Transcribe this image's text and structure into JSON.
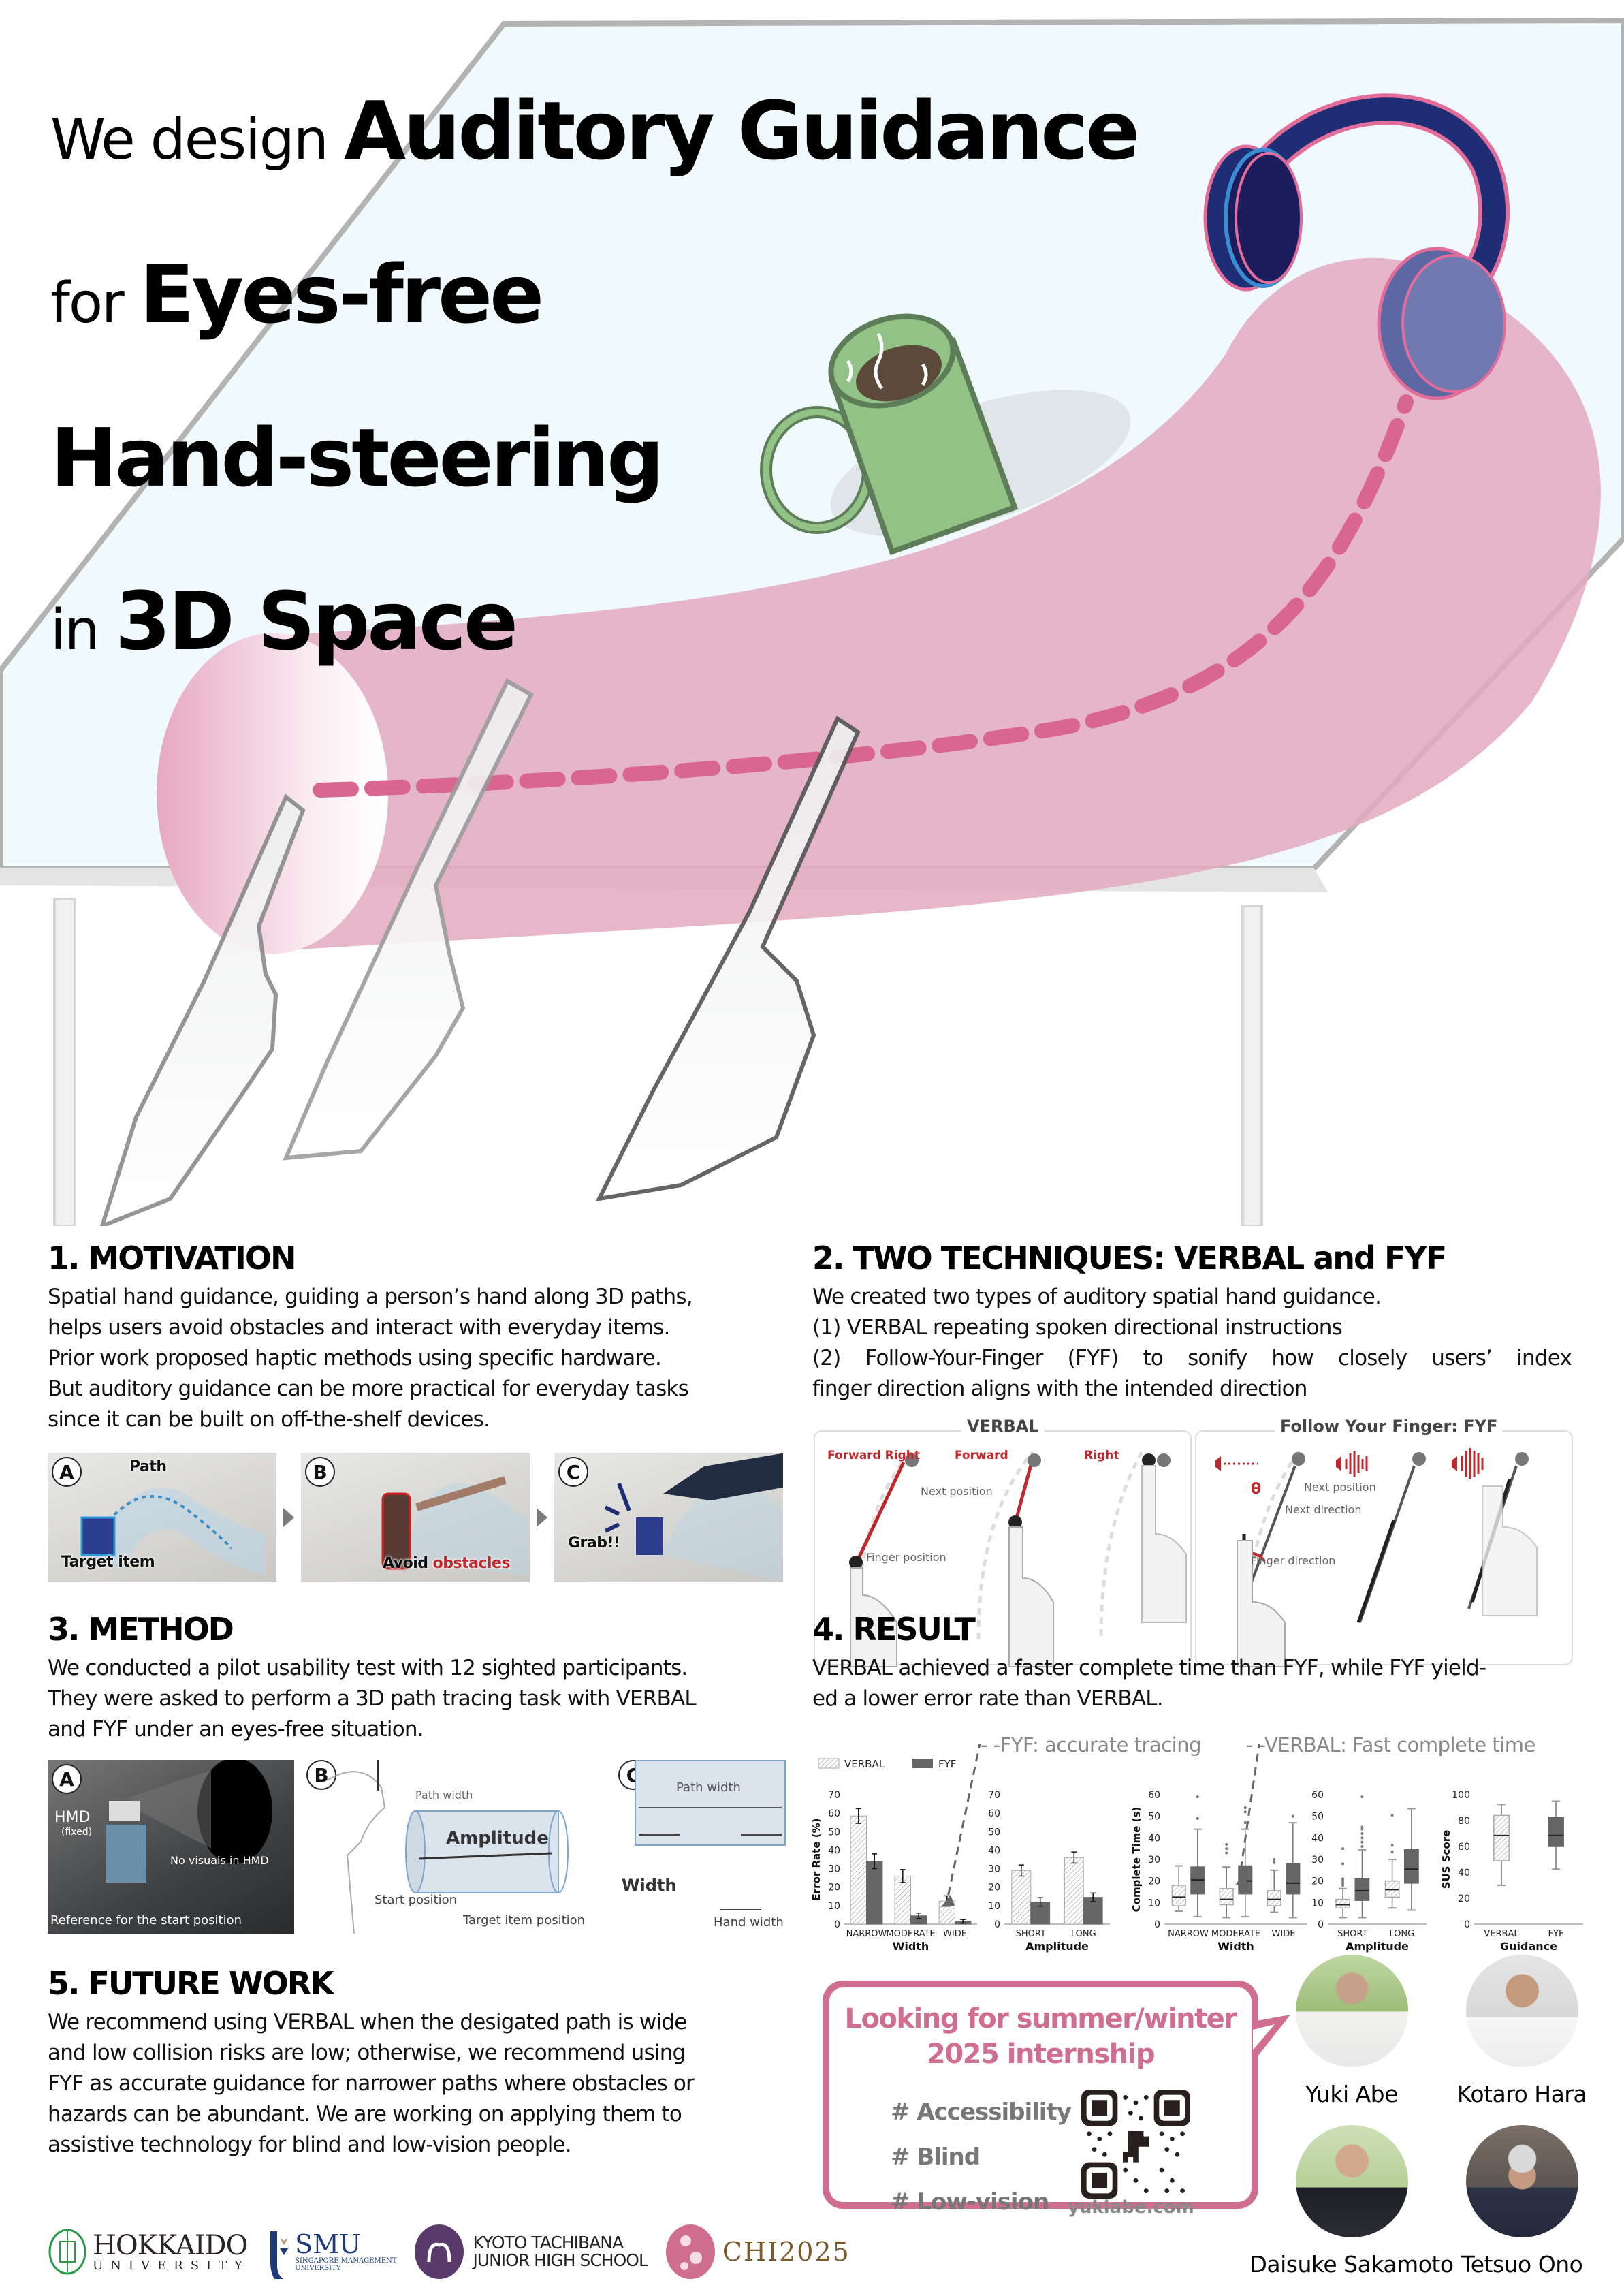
{
  "hero": {
    "title": {
      "line1_light": "We design ",
      "line1_bold": "Auditory Guidance",
      "line2_light": "for ",
      "line2_bold": "Eyes-free",
      "line3_bold": "Hand-steering",
      "line4_light": "in ",
      "line4_bold": "3D Space"
    },
    "illustration": {
      "objects": [
        "glass-table",
        "coffee-mug",
        "headphones",
        "pink-path-tube",
        "dashed-guide-path",
        "pointing-hands"
      ],
      "colors": {
        "table": "#f0f9fc",
        "tube": "#e3a9c0",
        "path_dash": "#d9668f",
        "headphones": "#1e2d74",
        "headphone_trim": "#e36d9a",
        "mug": "#93c287",
        "mug_outline": "#5c7d57",
        "coffee": "#5b4a3a"
      }
    }
  },
  "sections": {
    "motivation": {
      "heading": "1. MOTIVATION",
      "body": [
        "Spatial hand guidance, guiding a person’s hand along 3D paths,",
        "helps users avoid obstacles and interact with everyday items.",
        "Prior work proposed haptic methods using specific hardware.",
        "But auditory guidance can be more practical for everyday tasks",
        "since it can be built on off-the-shelf devices."
      ],
      "figures": [
        {
          "badge": "A",
          "labels": [
            "Path",
            "Target item"
          ]
        },
        {
          "badge": "B",
          "labels": [
            "Avoid ",
            "obstacles"
          ]
        },
        {
          "badge": "C",
          "labels": [
            "Grab!!"
          ]
        }
      ]
    },
    "techniques": {
      "heading": "2. TWO TECHNIQUES: VERBAL and FYF",
      "body": [
        "We created two types of auditory spatial hand guidance.",
        "(1) VERBAL repeating spoken directional instructions",
        "(2) Follow-Your-Finger (FYF) to sonify how closely users’ index",
        "finger direction aligns with the intended direction"
      ],
      "verbal_panel": {
        "title": "VERBAL",
        "commands": [
          "Forward Right",
          "Forward",
          "Right"
        ],
        "labels": [
          "Next position",
          "Finger position"
        ]
      },
      "fyf_panel": {
        "title": "Follow Your Finger: FYF",
        "labels": [
          "Next position",
          "Next direction",
          "Finger direction"
        ],
        "angle_symbol": "θ"
      }
    },
    "method": {
      "heading": "3. METHOD",
      "body": [
        "We conducted a pilot usability test with 12 sighted participants.",
        "They were asked to perform a 3D path tracing task with VERBAL",
        "and FYF under an eyes-free situation."
      ],
      "figures": [
        {
          "badge": "A",
          "labels": [
            "HMD",
            "(fixed)",
            "No visuals in HMD",
            "Reference for the start position"
          ]
        },
        {
          "badge": "B",
          "labels": [
            "Path width",
            "Amplitude",
            "Start position",
            "Target item position"
          ]
        },
        {
          "badge": "C",
          "labels": [
            "Path width",
            "Width",
            "Hand width"
          ]
        }
      ]
    },
    "result": {
      "heading": "4. RESULT",
      "body": [
        "VERBAL achieved a faster complete time than FYF, while FYF yield-",
        "ed a lower error rate than VERBAL."
      ],
      "annotations": [
        "FYF: accurate tracing",
        "VERBAL: Fast complete time"
      ]
    },
    "future": {
      "heading": "5. FUTURE WORK",
      "body": [
        "We recommend using VERBAL when the desigated path is wide",
        "and low collision risks are low; otherwise, we recommend using",
        "FYF as accurate guidance for narrower paths where obstacles or",
        "hazards can be abundant. We are working on applying them to",
        "assistive technology for blind and low-vision people."
      ]
    }
  },
  "chart_data": [
    {
      "type": "bar",
      "title": "",
      "xlabel": "Width",
      "ylabel": "Error Rate (%)",
      "ylim": [
        0,
        70
      ],
      "yticks": [
        0,
        10,
        20,
        30,
        40,
        50,
        60,
        70
      ],
      "categories": [
        "NARROW",
        "MODERATE",
        "WIDE"
      ],
      "series": [
        {
          "name": "VERBAL",
          "values": [
            58.5,
            26,
            12.5
          ],
          "errors": [
            4,
            3.5,
            2.8
          ],
          "pattern": "hatched"
        },
        {
          "name": "FYF",
          "values": [
            34,
            4.5,
            1.5
          ],
          "errors": [
            4,
            1.5,
            1
          ],
          "color": "#666666"
        }
      ],
      "legend": [
        "VERBAL",
        "FYF"
      ],
      "legend_position": "top-left",
      "grid": false
    },
    {
      "type": "bar",
      "xlabel": "Amplitude",
      "ylabel": "",
      "ylim": [
        0,
        70
      ],
      "yticks": [
        0,
        10,
        20,
        30,
        40,
        50,
        60,
        70
      ],
      "categories": [
        "SHORT",
        "LONG"
      ],
      "series": [
        {
          "name": "VERBAL",
          "values": [
            29,
            36
          ],
          "errors": [
            3,
            3
          ]
        },
        {
          "name": "FYF",
          "values": [
            12,
            14.5
          ],
          "errors": [
            2.3,
            2.3
          ]
        }
      ],
      "grid": false
    },
    {
      "type": "box",
      "xlabel": "Width",
      "ylabel": "Complete Time (s)",
      "ylim": [
        0,
        60
      ],
      "yticks": [
        0,
        10,
        20,
        30,
        40,
        50,
        60
      ],
      "categories": [
        "NARROW",
        "MODERATE",
        "WIDE"
      ],
      "series": [
        {
          "name": "VERBAL",
          "boxes": [
            {
              "min": 6,
              "q1": 8.5,
              "median": 12.5,
              "q3": 18,
              "max": 27,
              "outliers": []
            },
            {
              "min": 3,
              "q1": 9,
              "median": 11.5,
              "q3": 16.5,
              "max": 26.5,
              "outliers": [
                33,
                35,
                37
              ]
            },
            {
              "min": 5.5,
              "q1": 8.5,
              "median": 11.5,
              "q3": 15.5,
              "max": 25,
              "outliers": [
                28.5,
                30
              ]
            }
          ]
        },
        {
          "name": "FYF",
          "boxes": [
            {
              "min": 3.5,
              "q1": 14,
              "median": 20.5,
              "q3": 26.5,
              "max": 44,
              "outliers": [
                49,
                59
              ]
            },
            {
              "min": 3.5,
              "q1": 14,
              "median": 20,
              "q3": 27,
              "max": 44,
              "outliers": [
                47,
                52,
                54
              ]
            },
            {
              "min": 3,
              "q1": 14,
              "median": 19,
              "q3": 28,
              "max": 47,
              "outliers": [
                50
              ]
            }
          ]
        }
      ]
    },
    {
      "type": "box",
      "xlabel": "Amplitude",
      "ylabel": "",
      "ylim": [
        0,
        60
      ],
      "yticks": [
        0,
        10,
        20,
        30,
        40,
        50,
        60
      ],
      "categories": [
        "SHORT",
        "LONG"
      ],
      "series": [
        {
          "name": "VERBAL",
          "boxes": [
            {
              "min": 3,
              "q1": 7.5,
              "median": 9,
              "q3": 11.5,
              "max": 16.5,
              "outliers": [
                18,
                19,
                20,
                21,
                28,
                35
              ]
            },
            {
              "min": 7.5,
              "q1": 12.5,
              "median": 16,
              "q3": 20,
              "max": 30,
              "outliers": [
                33.5,
                36.5,
                50.5
              ]
            }
          ]
        },
        {
          "name": "FYF",
          "boxes": [
            {
              "min": 3,
              "q1": 11,
              "median": 15.5,
              "q3": 21,
              "max": 34.5,
              "outliers": [
                36,
                38,
                40,
                42,
                44,
                45,
                59
              ]
            },
            {
              "min": 6.5,
              "q1": 19,
              "median": 25.5,
              "q3": 34.5,
              "max": 53.5,
              "outliers": []
            }
          ]
        }
      ]
    },
    {
      "type": "box",
      "xlabel": "Guidance",
      "ylabel": "SUS Score",
      "ylim": [
        0,
        100
      ],
      "yticks": [
        0,
        20,
        40,
        60,
        80,
        100
      ],
      "categories": [
        "VERBAL",
        "FYF"
      ],
      "series": [
        {
          "name": "SUS",
          "boxes": [
            {
              "min": 30,
              "q1": 49,
              "median": 68.5,
              "q3": 84,
              "max": 92.5,
              "pattern": "hatched"
            },
            {
              "min": 42.5,
              "q1": 60,
              "median": 68.5,
              "q3": 82.5,
              "max": 95,
              "color": "#666666"
            }
          ]
        }
      ]
    }
  ],
  "chart_labels": {
    "legend_verbal": "VERBAL",
    "legend_fyf": "FYF",
    "err_ylabel": "Error Rate (%)",
    "time_ylabel": "Complete Time (s)",
    "sus_ylabel": "SUS Score",
    "width": "Width",
    "amplitude": "Amplitude",
    "guidance": "Guidance",
    "narrow": "NARROW",
    "moderate": "MODERATE",
    "wide": "WIDE",
    "short": "SHORT",
    "long": "LONG",
    "verbal": "VERBAL",
    "fyf": "FYF"
  },
  "internship": {
    "title_line1": "Looking for summer/winter",
    "title_line2": "2025 internship",
    "tags": [
      "# Accessibility",
      "# Blind",
      "# Low-vision"
    ],
    "qr_url": "yukiabe.com",
    "accent_color": "#d06e8f"
  },
  "authors": [
    {
      "name": "Yuki Abe"
    },
    {
      "name": "Kotaro Hara"
    },
    {
      "name": "Daisuke Sakamoto"
    },
    {
      "name": "Tetsuo Ono"
    }
  ],
  "logos": {
    "hokkaido": {
      "line1": "HOKKAIDO",
      "line2": "UNIVERSITY"
    },
    "smu": {
      "line1": "SMU",
      "line2": "SINGAPORE MANAGEMENT",
      "line3": "UNIVERSITY"
    },
    "kyoto": {
      "line1": "KYOTO TACHIBANA",
      "line2": "JUNIOR HIGH SCHOOL"
    },
    "chi": {
      "label": "CHI2025"
    }
  }
}
